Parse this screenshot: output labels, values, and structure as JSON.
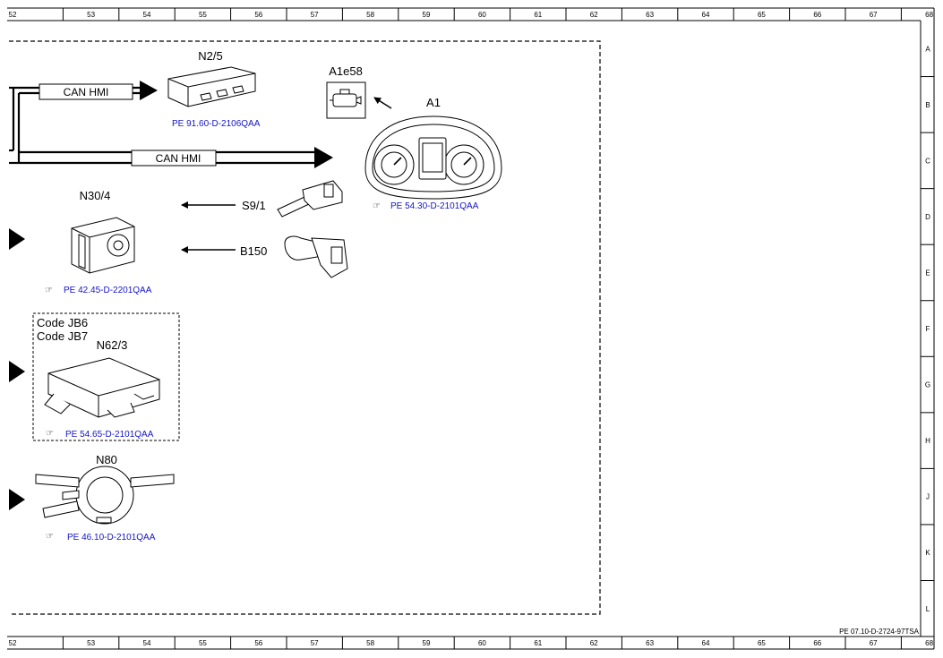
{
  "grid": {
    "columns": [
      "52",
      "53",
      "54",
      "55",
      "56",
      "57",
      "58",
      "59",
      "60",
      "61",
      "62",
      "63",
      "64",
      "65",
      "66",
      "67",
      "68"
    ],
    "rows": [
      "A",
      "B",
      "C",
      "D",
      "E",
      "F",
      "G",
      "H",
      "J",
      "K",
      "L"
    ]
  },
  "buses": {
    "upper": "CAN HMI",
    "lower": "CAN HMI"
  },
  "components": {
    "n2_5": {
      "label": "N2/5",
      "ref": "PE 91.60-D-2106QAA"
    },
    "a1e58": {
      "label": "A1e58"
    },
    "a1": {
      "label": "A1",
      "ref": "PE 54.30-D-2101QAA"
    },
    "n30_4": {
      "label": "N30/4",
      "ref": "PE 42.45-D-2201QAA"
    },
    "s9_1": {
      "label": "S9/1"
    },
    "b150": {
      "label": "B150"
    },
    "n62_3": {
      "label": "N62/3",
      "ref": "PE 54.65-D-2101QAA",
      "code1": "Code JB6",
      "code2": "Code JB7"
    },
    "n80": {
      "label": "N80",
      "ref": "PE 46.10-D-2101QAA"
    }
  },
  "footer": {
    "doc_id": "PE 07.10-D-2724-97TSA"
  }
}
